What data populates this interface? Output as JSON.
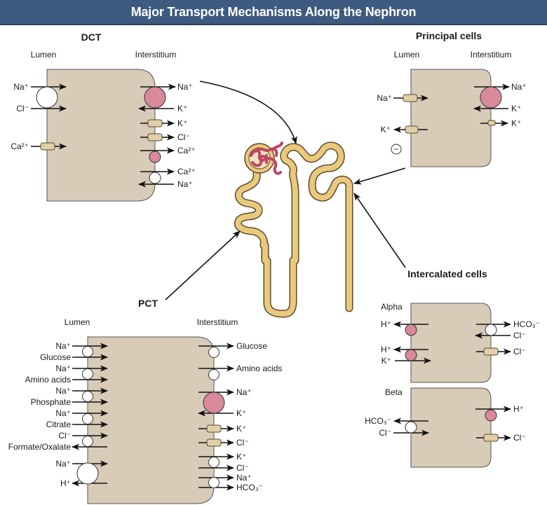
{
  "title": "Major Transport Mechanisms Along the Nephron",
  "colors": {
    "title_bg": "#3d5a80",
    "cell_fill": "#d8cbb8",
    "pump_fill": "#d8899a",
    "channel_fill": "#e0cfa8",
    "tubule_fill": "#ebc97c",
    "glomerulus": "#c0455f"
  },
  "dct": {
    "header": "DCT",
    "lumen_label": "Lumen",
    "interstitium_label": "Interstitium",
    "lumen_side": [
      {
        "label": "Na⁺",
        "direction": "in",
        "transporter": "cotransporter"
      },
      {
        "label": "Cl⁻",
        "direction": "in",
        "transporter": "cotransporter"
      },
      {
        "label": "Ca²⁺",
        "direction": "in",
        "transporter": "channel"
      }
    ],
    "interstitium_side": [
      {
        "label": "Na⁺",
        "direction": "out",
        "transporter": "pump"
      },
      {
        "label": "K⁺",
        "direction": "in",
        "transporter": "pump"
      },
      {
        "label": "K⁺",
        "direction": "out",
        "transporter": "channel"
      },
      {
        "label": "Cl⁻",
        "direction": "out",
        "transporter": "channel"
      },
      {
        "label": "Ca²⁺",
        "direction": "out",
        "transporter": "pump"
      },
      {
        "label": "Ca²⁺",
        "direction": "out",
        "transporter": "exchanger"
      },
      {
        "label": "Na⁺",
        "direction": "in",
        "transporter": "exchanger"
      }
    ]
  },
  "principal": {
    "header": "Principal cells",
    "lumen_label": "Lumen",
    "interstitium_label": "Interstitium",
    "lumen_side": [
      {
        "label": "Na⁺",
        "direction": "in",
        "transporter": "channel"
      },
      {
        "label": "K⁺",
        "direction": "out",
        "transporter": "channel"
      }
    ],
    "negative_sign": "−",
    "interstitium_side": [
      {
        "label": "Na⁺",
        "direction": "out",
        "transporter": "pump"
      },
      {
        "label": "K⁺",
        "direction": "in",
        "transporter": "pump"
      },
      {
        "label": "K⁺",
        "direction": "out",
        "transporter": "channel"
      }
    ]
  },
  "pct": {
    "header": "PCT",
    "lumen_label": "Lumen",
    "interstitium_label": "Interstitium",
    "lumen_side": [
      {
        "label": "Na⁺",
        "direction": "in"
      },
      {
        "label": "Glucose",
        "direction": "in"
      },
      {
        "label": "Na⁺",
        "direction": "in"
      },
      {
        "label": "Amino acids",
        "direction": "in"
      },
      {
        "label": "Na⁺",
        "direction": "in"
      },
      {
        "label": "Phosphate",
        "direction": "in"
      },
      {
        "label": "Na⁺",
        "direction": "in"
      },
      {
        "label": "Citrate",
        "direction": "in"
      },
      {
        "label": "Cl⁻",
        "direction": "in"
      },
      {
        "label": "Formate/Oxalate",
        "direction": "out"
      },
      {
        "label": "Na⁺",
        "direction": "in"
      },
      {
        "label": "H⁺",
        "direction": "out"
      }
    ],
    "interstitium_side": [
      {
        "label": "Glucose",
        "direction": "out",
        "transporter": "carrier"
      },
      {
        "label": "Amino acids",
        "direction": "out",
        "transporter": "carrier"
      },
      {
        "label": "Na⁺",
        "direction": "out",
        "transporter": "pump"
      },
      {
        "label": "K⁺",
        "direction": "in",
        "transporter": "pump"
      },
      {
        "label": "K⁺",
        "direction": "out",
        "transporter": "channel"
      },
      {
        "label": "Cl⁻",
        "direction": "out",
        "transporter": "channel"
      },
      {
        "label": "K⁺",
        "direction": "out",
        "transporter": "cotransporter"
      },
      {
        "label": "Cl⁻",
        "direction": "out",
        "transporter": "cotransporter"
      },
      {
        "label": "Na⁺",
        "direction": "out",
        "transporter": "cotransporter"
      },
      {
        "label": "HCO₃⁻",
        "direction": "out",
        "transporter": "cotransporter"
      }
    ]
  },
  "intercalated": {
    "header": "Intercalated cells",
    "alpha": {
      "label": "Alpha",
      "lumen_side": [
        {
          "label": "H⁺",
          "direction": "out",
          "transporter": "pump"
        },
        {
          "label": "H⁺",
          "direction": "out",
          "transporter": "pump"
        },
        {
          "label": "K⁺",
          "direction": "in",
          "transporter": "pump"
        }
      ],
      "interstitium_side": [
        {
          "label": "HCO₃⁻",
          "direction": "out",
          "transporter": "exchanger"
        },
        {
          "label": "Cl⁻",
          "direction": "in",
          "transporter": "exchanger"
        },
        {
          "label": "Cl⁻",
          "direction": "out",
          "transporter": "channel"
        }
      ]
    },
    "beta": {
      "label": "Beta",
      "lumen_side": [
        {
          "label": "HCO₃⁻",
          "direction": "out",
          "transporter": "exchanger"
        },
        {
          "label": "Cl⁻",
          "direction": "in",
          "transporter": "exchanger"
        }
      ],
      "interstitium_side": [
        {
          "label": "H⁺",
          "direction": "out",
          "transporter": "pump"
        },
        {
          "label": "Cl⁻",
          "direction": "out",
          "transporter": "channel"
        }
      ]
    }
  }
}
